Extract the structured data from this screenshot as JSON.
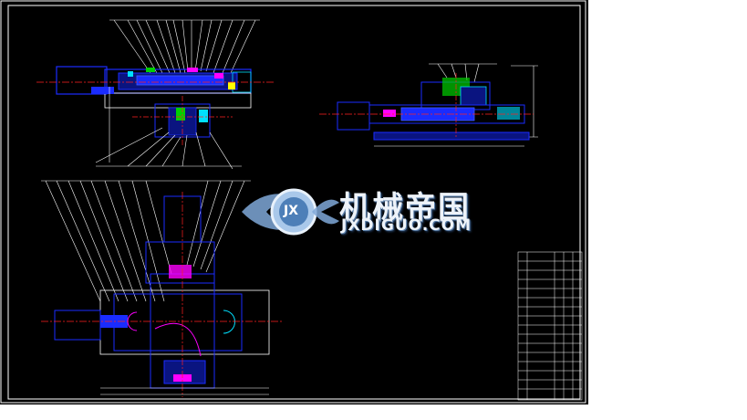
{
  "watermark": {
    "brand_cn": "机械帝国",
    "brand_en": "JXDIGUO.COM",
    "emblem_letters": "JX"
  },
  "colors": {
    "background": "#000000",
    "outline": "#ffffff",
    "part_blue": "#1a2cff",
    "centerline_red": "#ff2020",
    "highlight_magenta": "#ff00ff",
    "highlight_cyan": "#00e0ff",
    "highlight_green": "#00d000",
    "highlight_yellow": "#ffff00"
  },
  "views": [
    {
      "name": "front-section-view"
    },
    {
      "name": "side-view"
    },
    {
      "name": "top-view"
    }
  ]
}
